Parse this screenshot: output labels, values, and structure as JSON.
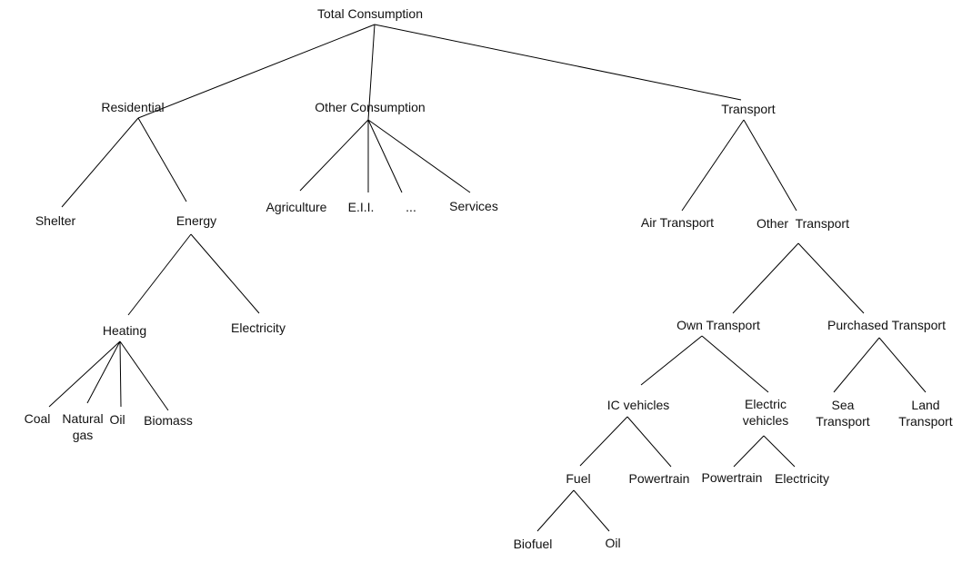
{
  "diagram": {
    "colors": {
      "text": "#111111",
      "line": "#000000",
      "background": "#ffffff"
    },
    "nodes": [
      {
        "id": "total",
        "label": "Total Consumption"
      },
      {
        "id": "residential",
        "label": "Residential"
      },
      {
        "id": "other_consumption",
        "label": "Other Consumption"
      },
      {
        "id": "transport",
        "label": "Transport"
      },
      {
        "id": "shelter",
        "label": "Shelter"
      },
      {
        "id": "energy",
        "label": "Energy"
      },
      {
        "id": "agriculture",
        "label": "Agriculture"
      },
      {
        "id": "eii",
        "label": "E.I.I."
      },
      {
        "id": "ellipsis",
        "label": "..."
      },
      {
        "id": "services",
        "label": "Services"
      },
      {
        "id": "air_transport",
        "label": "Air Transport"
      },
      {
        "id": "other_transport",
        "label": "Other  Transport"
      },
      {
        "id": "heating",
        "label": "Heating"
      },
      {
        "id": "electricity_res",
        "label": "Electricity"
      },
      {
        "id": "coal",
        "label": "Coal"
      },
      {
        "id": "natural_gas",
        "label": "Natural\ngas"
      },
      {
        "id": "oil_res",
        "label": "Oil"
      },
      {
        "id": "biomass",
        "label": "Biomass"
      },
      {
        "id": "own_transport",
        "label": "Own Transport"
      },
      {
        "id": "purchased_transport",
        "label": "Purchased Transport"
      },
      {
        "id": "ic_vehicles",
        "label": "IC vehicles"
      },
      {
        "id": "electric_vehicles",
        "label": "Electric\nvehicles"
      },
      {
        "id": "sea_transport",
        "label": "Sea\nTransport"
      },
      {
        "id": "land_transport",
        "label": "Land\nTransport"
      },
      {
        "id": "fuel",
        "label": "Fuel"
      },
      {
        "id": "powertrain_ic",
        "label": "Powertrain"
      },
      {
        "id": "powertrain_ev",
        "label": "Powertrain"
      },
      {
        "id": "electricity_ev",
        "label": "Electricity"
      },
      {
        "id": "biofuel",
        "label": "Biofuel"
      },
      {
        "id": "oil_fuel",
        "label": "Oil"
      }
    ],
    "edges": [
      [
        "total",
        "residential"
      ],
      [
        "total",
        "other_consumption"
      ],
      [
        "total",
        "transport"
      ],
      [
        "residential",
        "shelter"
      ],
      [
        "residential",
        "energy"
      ],
      [
        "other_consumption",
        "agriculture"
      ],
      [
        "other_consumption",
        "eii"
      ],
      [
        "other_consumption",
        "ellipsis"
      ],
      [
        "other_consumption",
        "services"
      ],
      [
        "transport",
        "air_transport"
      ],
      [
        "transport",
        "other_transport"
      ],
      [
        "energy",
        "heating"
      ],
      [
        "energy",
        "electricity_res"
      ],
      [
        "heating",
        "coal"
      ],
      [
        "heating",
        "natural_gas"
      ],
      [
        "heating",
        "oil_res"
      ],
      [
        "heating",
        "biomass"
      ],
      [
        "other_transport",
        "own_transport"
      ],
      [
        "other_transport",
        "purchased_transport"
      ],
      [
        "own_transport",
        "ic_vehicles"
      ],
      [
        "own_transport",
        "electric_vehicles"
      ],
      [
        "purchased_transport",
        "sea_transport"
      ],
      [
        "purchased_transport",
        "land_transport"
      ],
      [
        "ic_vehicles",
        "fuel"
      ],
      [
        "ic_vehicles",
        "powertrain_ic"
      ],
      [
        "electric_vehicles",
        "powertrain_ev"
      ],
      [
        "electric_vehicles",
        "electricity_ev"
      ],
      [
        "fuel",
        "biofuel"
      ],
      [
        "fuel",
        "oil_fuel"
      ]
    ]
  }
}
